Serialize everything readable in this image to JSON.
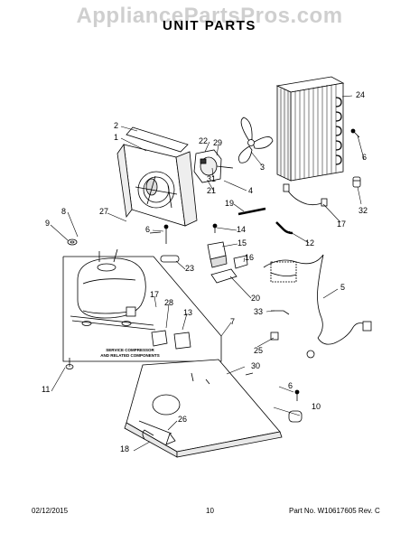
{
  "watermark": "AppliancePartsPros.com",
  "title": "UNIT PARTS",
  "service_note": {
    "line1": "SERVICE COMPRESSOR",
    "line2": "AND RELATED COMPONENTS"
  },
  "callouts": {
    "c1": "1",
    "c2": "2",
    "c3": "3",
    "c4": "4",
    "c5": "5",
    "c6a": "6",
    "c6b": "6",
    "c6c": "6",
    "c7": "7",
    "c8": "8",
    "c9": "9",
    "c10": "10",
    "c11": "11",
    "c12": "12",
    "c13": "13",
    "c14": "14",
    "c15": "15",
    "c16": "16",
    "c17a": "17",
    "c17b": "17",
    "c18": "18",
    "c19": "19",
    "c20": "20",
    "c21": "21",
    "c22": "22",
    "c23": "23",
    "c24": "24",
    "c25": "25",
    "c26": "26",
    "c27": "27",
    "c28": "28",
    "c29": "29",
    "c30": "30",
    "c31": "31",
    "c32": "32",
    "c33": "33"
  },
  "footer": {
    "date": "02/12/2015",
    "page": "10",
    "part_no": "Part No.  W10617605  Rev.  C"
  }
}
